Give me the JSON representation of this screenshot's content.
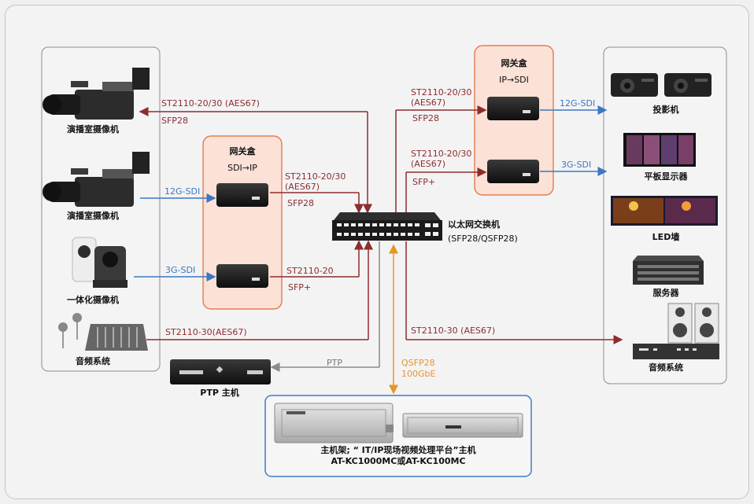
{
  "colors": {
    "red_link": "#8e2c2c",
    "blue_link": "#3a78c2",
    "gray_link": "#8a8a8a",
    "orange_link": "#e8942a",
    "gateway_fill": "#fbe1d6",
    "gateway_border": "#e0693a",
    "host_border": "#3e7cc6"
  },
  "left_devices": {
    "studio_camera_1": "演播室摄像机",
    "studio_camera_2": "演播室摄像机",
    "ptz_camera": "一体化摄像机",
    "audio_system": "音频系统"
  },
  "gateway_left": {
    "title": "网关盒",
    "subtitle": "SDI→IP"
  },
  "gateway_right": {
    "title": "网关盒",
    "subtitle": "IP→SDI"
  },
  "links": {
    "cam1_main": "ST2110-20/30 (AES67)",
    "cam1_sfp": "SFP28",
    "cam2_sdi": "12G-SDI",
    "gw_a_main_1": "ST2110-20/30",
    "gw_a_main_2": "(AES67)",
    "gw_a_sfp": "SFP28",
    "ptz_sdi": "3G-SDI",
    "gw_b_main": "ST2110-20",
    "gw_b_sfp": "SFP+",
    "audio_main": "ST2110-30(AES67)",
    "ptp": "PTP",
    "qsfp_1": "QSFP28",
    "qsfp_2": "100GbE",
    "out_top_1": "ST2110-20/30",
    "out_top_2": "(AES67)",
    "out_top_sfp": "SFP28",
    "out_mid_1": "ST2110-20/30",
    "out_mid_2": "(AES67)",
    "out_mid_sfp": "SFP+",
    "out_sdi_12g": "12G-SDI",
    "out_sdi_3g": "3G-SDI",
    "out_audio": "ST2110-30 (AES67)"
  },
  "switch": {
    "label": "以太网交换机",
    "sub": "(SFP28/QSFP28)"
  },
  "ptp_host": "PTP 主机",
  "host": {
    "line1": "主机架; “ IT/IP现场视频处理平台”主机",
    "line2": "AT-KC1000MC或AT-KC100MC"
  },
  "right_devices": {
    "projector": "投影机",
    "flat_panel": "平板显示器",
    "led_wall": "LED墙",
    "server": "服务器",
    "audio_system": "音频系统"
  }
}
